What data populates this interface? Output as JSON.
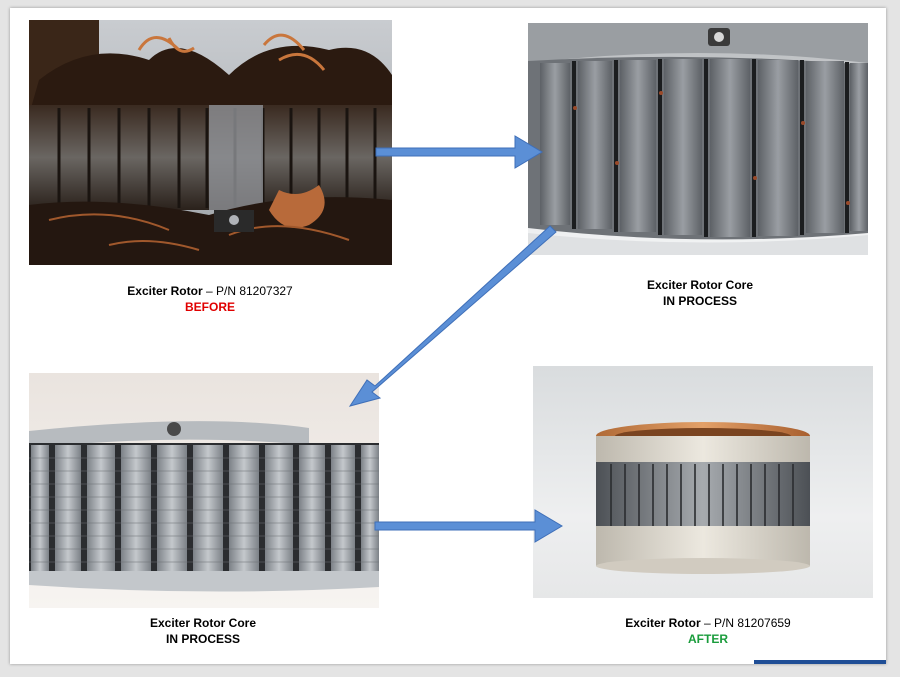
{
  "panels": [
    {
      "id": "before",
      "title": "Exciter Rotor",
      "part": " – P/N 81207327",
      "status": "BEFORE",
      "status_color": "#e00000",
      "scene": "burnt-rotor"
    },
    {
      "id": "core1",
      "title": "Exciter Rotor Core",
      "part": "",
      "status": "IN PROCESS",
      "status_color": "#000000",
      "scene": "core-closeup"
    },
    {
      "id": "core2",
      "title": "Exciter Rotor Core",
      "part": "",
      "status": "IN PROCESS",
      "status_color": "#000000",
      "scene": "core-side"
    },
    {
      "id": "after",
      "title": "Exciter Rotor",
      "part": " – P/N 81207659",
      "status": "AFTER",
      "status_color": "#1a9c3c",
      "scene": "rewound-rotor"
    }
  ],
  "colors": {
    "arrow_fill": "#5b8fd6",
    "arrow_stroke": "#3f6fb8",
    "accent_bar": "#1f4e96"
  }
}
